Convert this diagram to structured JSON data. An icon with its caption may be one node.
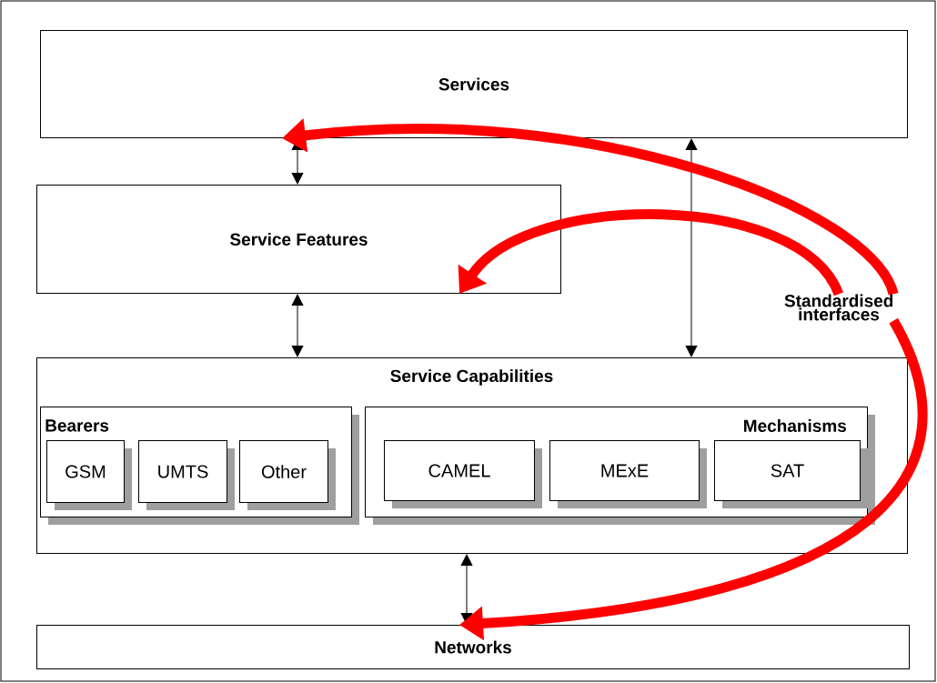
{
  "diagram": {
    "nodes": [
      {
        "text": [
          "Services"
        ]
      },
      {
        "text": [
          "Service Features"
        ]
      },
      {
        "text": [
          "Service Capabilities"
        ]
      },
      {
        "text": [
          "Bearers"
        ],
        "in": 2
      },
      {
        "text": [
          "GSM"
        ],
        "in": 3
      },
      {
        "text": [
          "UMTS"
        ],
        "in": 3
      },
      {
        "text": [
          "Other"
        ],
        "in": 3
      },
      {
        "text": [
          "Mechanisms"
        ],
        "in": 2
      },
      {
        "text": [
          "CAMEL"
        ],
        "in": 7
      },
      {
        "text": [
          "MExE"
        ],
        "in": 7
      },
      {
        "text": [
          "SAT"
        ],
        "in": 7
      },
      {
        "text": [
          "Networks"
        ]
      },
      {
        "text": [
          "Standardised interfaces"
        ]
      }
    ],
    "edges": [
      {
        "from": 0,
        "to": 1,
        "arrow": "both"
      },
      {
        "from": 1,
        "to": 2,
        "arrow": "both"
      },
      {
        "from": 0,
        "to": 2,
        "arrow": "both"
      },
      {
        "from": 2,
        "to": 11,
        "arrow": "both"
      },
      {
        "from": 12,
        "to": 0,
        "arrow": "to",
        "style": "thick",
        "color": "#ff0000"
      },
      {
        "from": 12,
        "to": 1,
        "arrow": "to",
        "style": "thick",
        "color": "#ff0000"
      },
      {
        "from": 12,
        "to": 11,
        "arrow": "to",
        "style": "thick",
        "color": "#ff0000"
      }
    ]
  }
}
